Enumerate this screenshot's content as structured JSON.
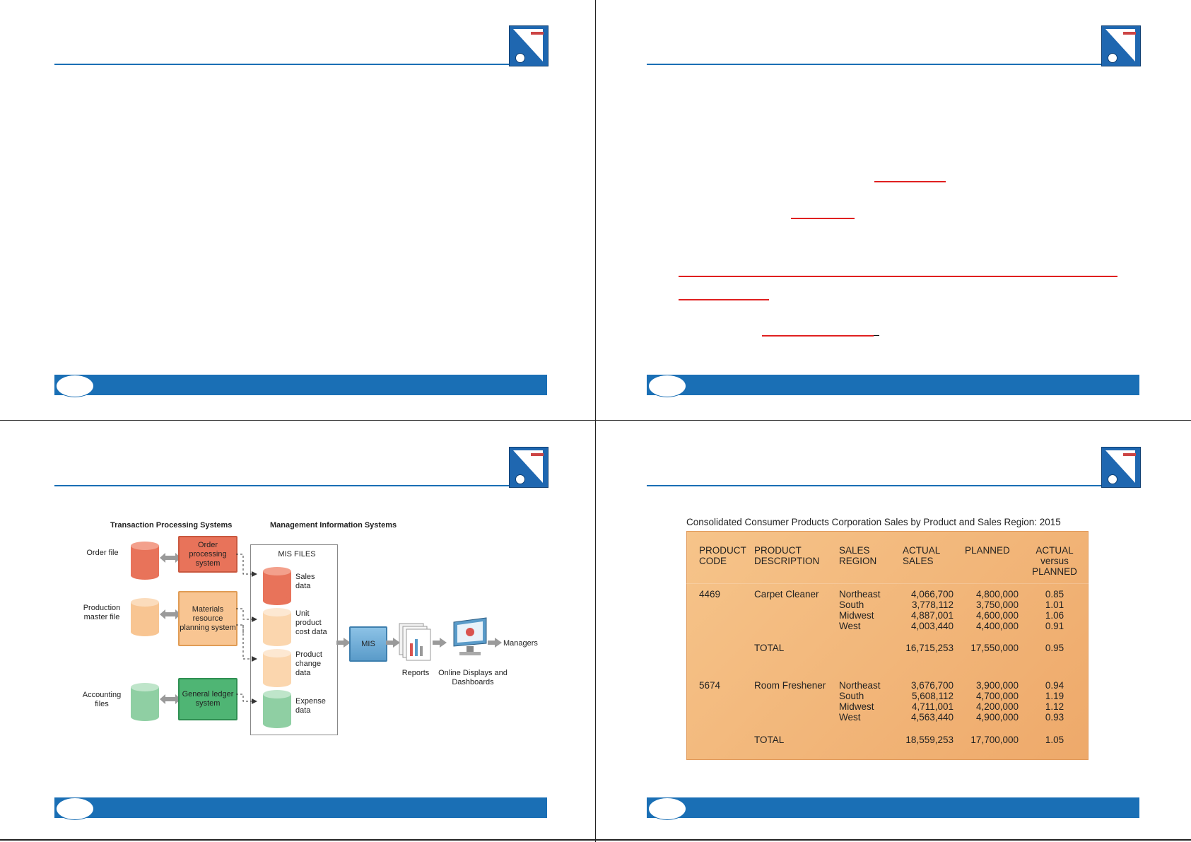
{
  "diagram": {
    "heading_left": "Transaction Processing Systems",
    "heading_right": "Management Information Systems",
    "mis_files_label": "MIS FILES",
    "sources": [
      {
        "file_label": "Order file",
        "system_label": "Order processing system",
        "color": "#e8735a"
      },
      {
        "file_label": "Production master file",
        "system_label": "Materials resource planning system",
        "color": "#f5b36b"
      },
      {
        "file_label": "Accounting files",
        "system_label": "General ledger system",
        "color": "#5cb87a"
      }
    ],
    "mis_files": [
      "Sales data",
      "Unit product cost data",
      "Product change data",
      "Expense data"
    ],
    "mis_label": "MIS",
    "reports_label": "Reports",
    "displays_label": "Online Displays and Dashboards",
    "managers_label": "Managers"
  },
  "table": {
    "title": "Consolidated Consumer Products Corporation Sales by Product and Sales Region: 2015",
    "headers": [
      "PRODUCT CODE",
      "PRODUCT DESCRIPTION",
      "SALES REGION",
      "ACTUAL SALES",
      "PLANNED",
      "ACTUAL versus PLANNED"
    ],
    "products": [
      {
        "code": "4469",
        "description": "Carpet Cleaner",
        "regions": [
          "Northeast",
          "South",
          "Midwest",
          "West"
        ],
        "actual": [
          "4,066,700",
          "3,778,112",
          "4,887,001",
          "4,003,440"
        ],
        "planned": [
          "4,800,000",
          "3,750,000",
          "4,600,000",
          "4,400,000"
        ],
        "ratio": [
          "0.85",
          "1.01",
          "1.06",
          "0.91"
        ],
        "total_label": "TOTAL",
        "total_actual": "16,715,253",
        "total_planned": "17,550,000",
        "total_ratio": "0.95"
      },
      {
        "code": "5674",
        "description": "Room Freshener",
        "regions": [
          "Northeast",
          "South",
          "Midwest",
          "West"
        ],
        "actual": [
          "3,676,700",
          "5,608,112",
          "4,711,001",
          "4,563,440"
        ],
        "planned": [
          "3,900,000",
          "4,700,000",
          "4,200,000",
          "4,900,000"
        ],
        "ratio": [
          "0.94",
          "1.19",
          "1.12",
          "0.93"
        ],
        "total_label": "TOTAL",
        "total_actual": "18,559,253",
        "total_planned": "17,700,000",
        "total_ratio": "1.05"
      }
    ]
  }
}
